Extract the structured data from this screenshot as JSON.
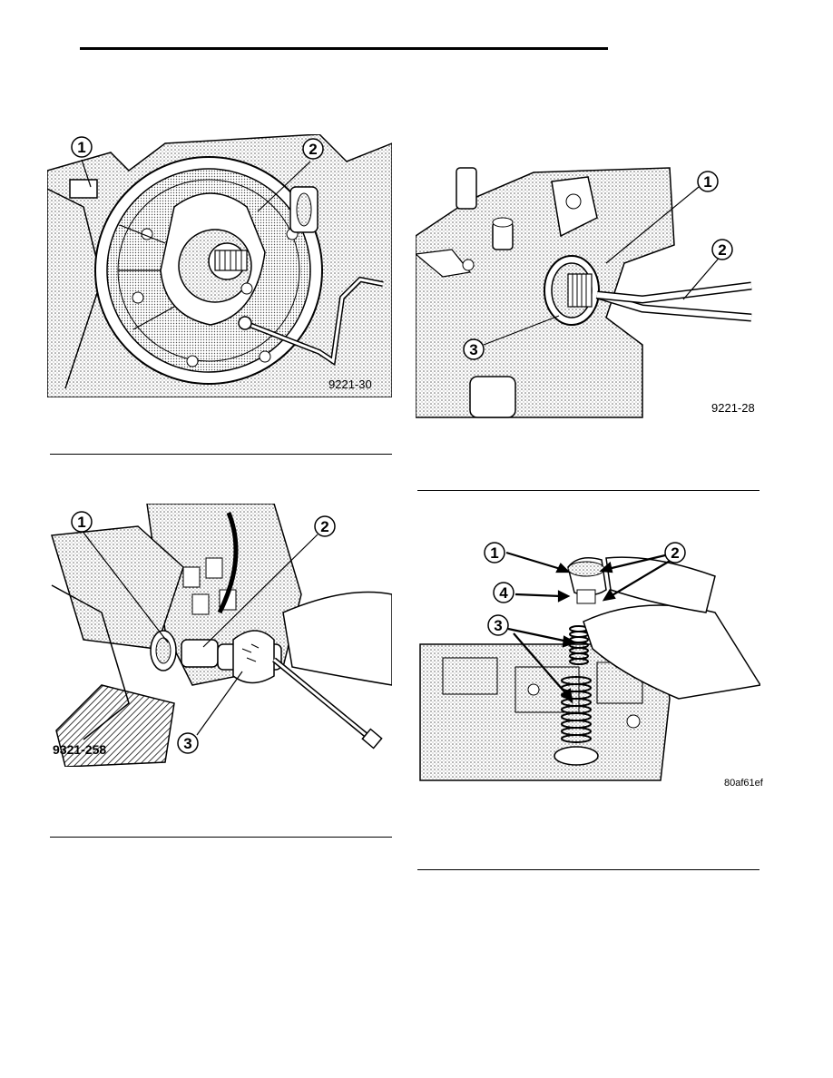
{
  "figures": [
    {
      "id": "fig-tl",
      "code": "9221-30",
      "callouts": [
        "1",
        "2"
      ]
    },
    {
      "id": "fig-tr",
      "code": "9221-28",
      "callouts": [
        "1",
        "2",
        "3"
      ]
    },
    {
      "id": "fig-bl",
      "code": "9321-258",
      "callouts": [
        "1",
        "2",
        "3"
      ]
    },
    {
      "id": "fig-br",
      "code": "80af61ef",
      "callouts": [
        "1",
        "2",
        "3",
        "4"
      ]
    }
  ]
}
